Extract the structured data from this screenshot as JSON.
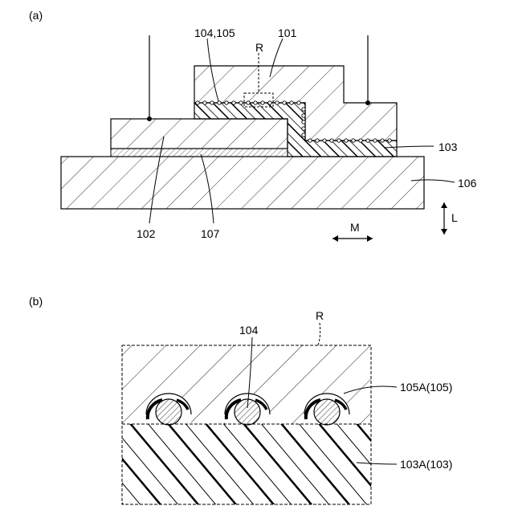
{
  "figure_a": {
    "panel_label": "(a)",
    "labels": {
      "l104_105": "104,105",
      "l101": "101",
      "lR": "R",
      "l103": "103",
      "l106": "106",
      "l102": "102",
      "l107": "107",
      "lM": "M",
      "lL": "L"
    }
  },
  "figure_b": {
    "panel_label": "(b)",
    "labels": {
      "lR": "R",
      "l104": "104",
      "l105A": "105A(105)",
      "l103A": "103A(103)"
    }
  },
  "colors": {
    "line": "#000000",
    "background": "#ffffff"
  }
}
